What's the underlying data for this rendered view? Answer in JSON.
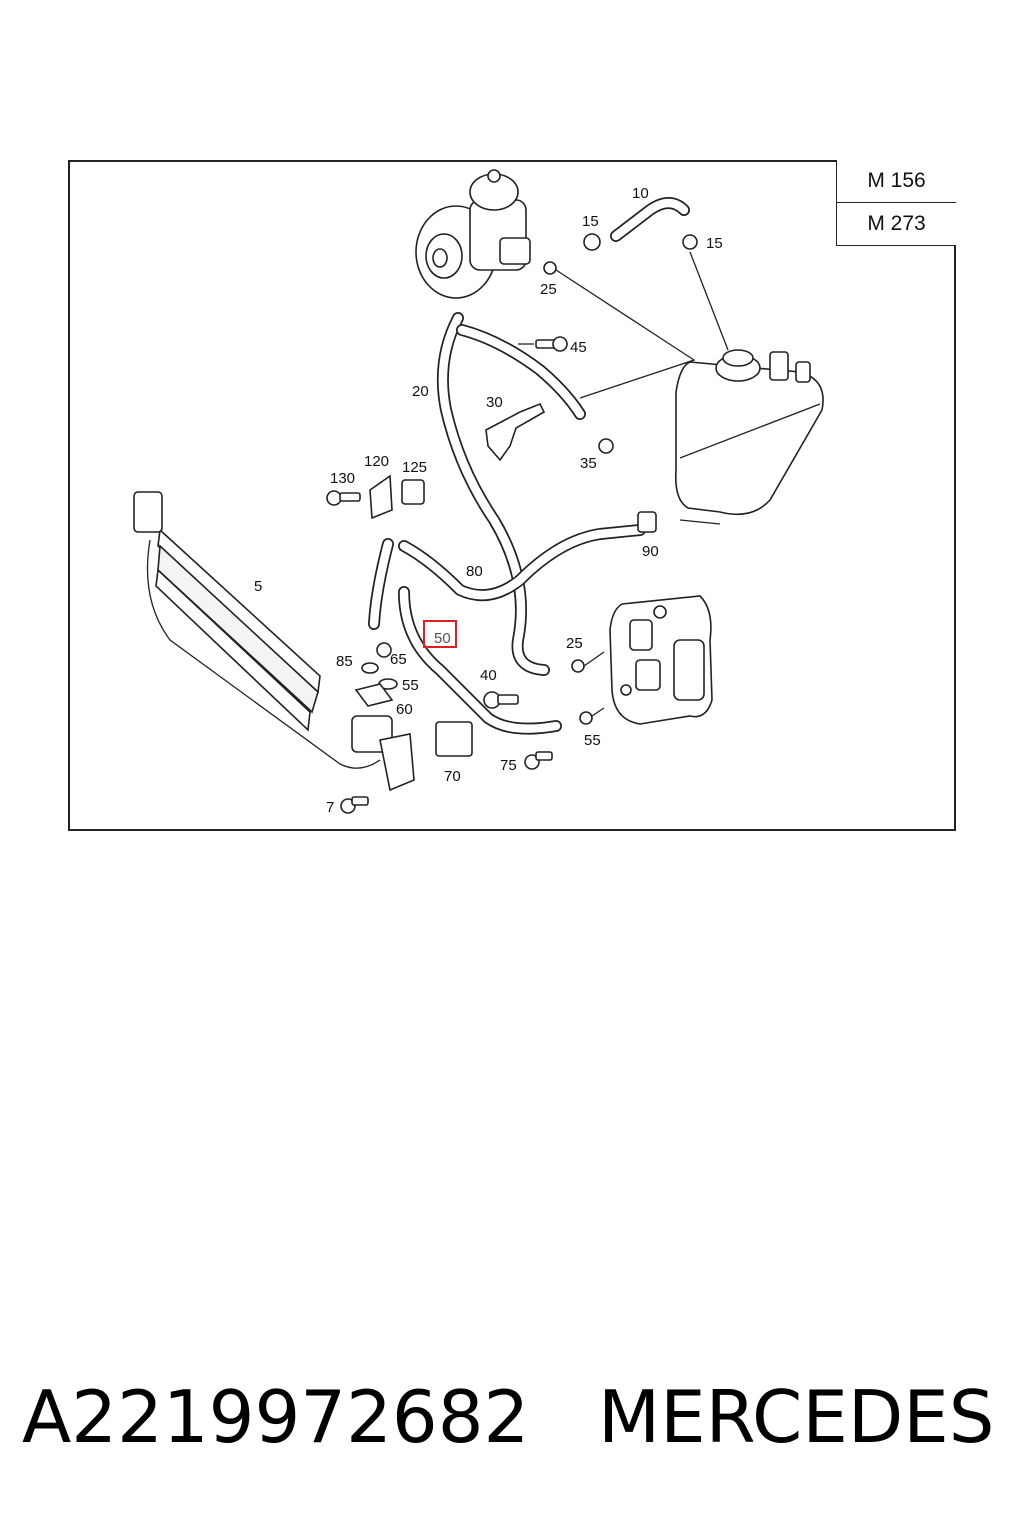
{
  "diagram": {
    "engine_variants": [
      "M 156",
      "M 273"
    ],
    "callouts": {
      "c10": "10",
      "c15a": "15",
      "c15b": "15",
      "c25a": "25",
      "c45": "45",
      "c20": "20",
      "c30": "30",
      "c35": "35",
      "c130": "130",
      "c120": "120",
      "c125": "125",
      "c5": "5",
      "c80": "80",
      "c90": "90",
      "c50": "50",
      "c25b": "25",
      "c85": "85",
      "c65": "65",
      "c55a": "55",
      "c60": "60",
      "c40": "40",
      "c55b": "55",
      "c70": "70",
      "c75": "75",
      "c7": "7"
    },
    "highlighted_callout": "50",
    "highlight_color": "#e02020"
  },
  "footer": {
    "part_number": "A2219972682",
    "brand": "MERCEDES"
  }
}
